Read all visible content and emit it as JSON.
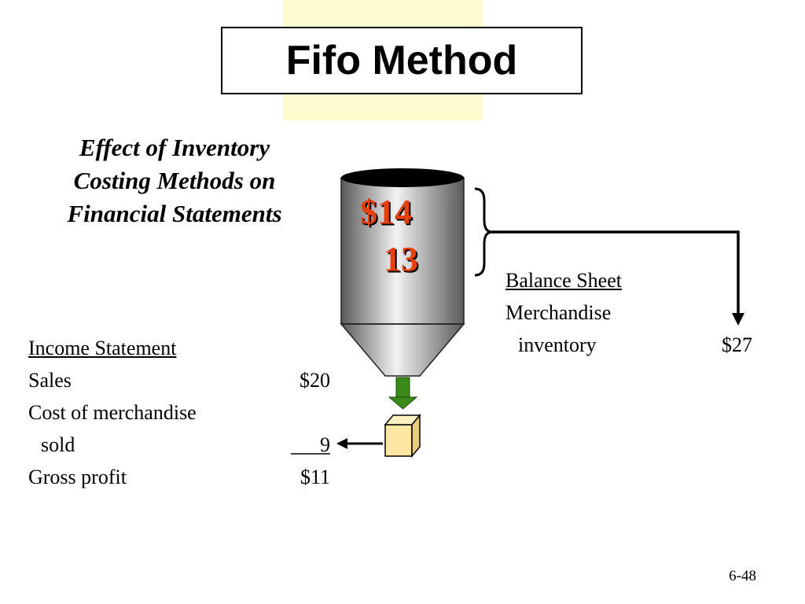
{
  "slide": {
    "title": "Fifo Method",
    "subtitle_lines": [
      "Effect of Inventory",
      "Costing Methods on",
      "Financial Statements"
    ],
    "page_number": "6-48"
  },
  "hopper": {
    "labels": [
      "$14",
      "13"
    ],
    "colors": {
      "label": "#e8400c",
      "arrow": "#3a8a1a",
      "box": "#fde7a2"
    }
  },
  "balance_sheet": {
    "heading": "Balance Sheet",
    "line1": "Merchandise",
    "line2": "inventory",
    "amount": "$27"
  },
  "income_statement": {
    "heading": "Income Statement",
    "rows": [
      {
        "label": "Sales",
        "amount": "$20"
      },
      {
        "label": "Cost of merchandise",
        "amount": ""
      },
      {
        "label": "sold",
        "amount": "9"
      },
      {
        "label": "Gross profit",
        "amount": "$11"
      }
    ]
  }
}
